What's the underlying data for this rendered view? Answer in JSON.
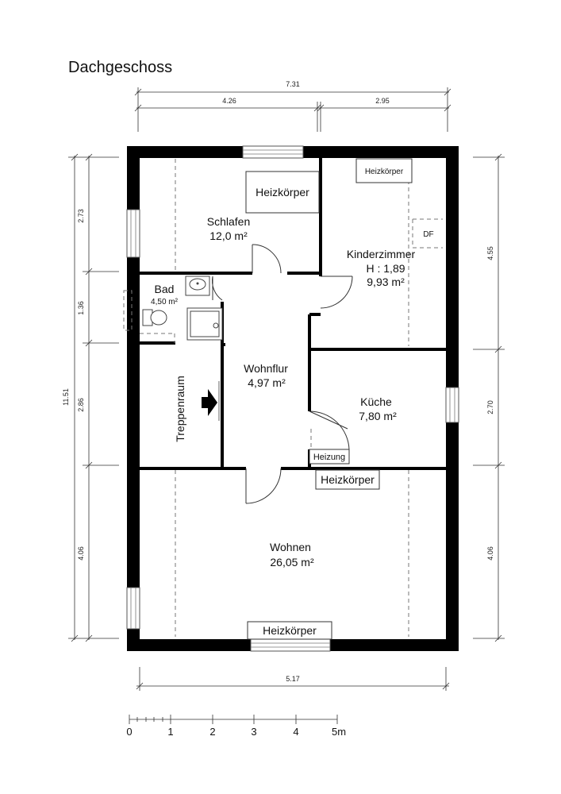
{
  "title": "Dachgeschoss",
  "rooms": {
    "schlafen": {
      "name": "Schlafen",
      "area": "12,0 m²"
    },
    "kinderzimmer": {
      "name": "Kinderzimmer",
      "height": "H : 1,89",
      "area": "9,93 m²"
    },
    "bad": {
      "name": "Bad",
      "area": "4,50 m²"
    },
    "wohnflur": {
      "name": "Wohnflur",
      "area": "4,97 m²"
    },
    "treppenraum": {
      "name": "Treppenraum"
    },
    "kueche": {
      "name": "Küche",
      "area": "7,80 m²"
    },
    "wohnen": {
      "name": "Wohnen",
      "area": "26,05 m²"
    }
  },
  "fixtures": {
    "heizkoerper": "Heizkörper",
    "df": "DF",
    "heizung": "Heizung"
  },
  "dimensions": {
    "top_total": "7.31",
    "top_left": "4.26",
    "top_right": "2.95",
    "bottom": "5.17",
    "left_total": "11.51",
    "left": [
      "2.73",
      "1.36",
      "2.86",
      "4.06"
    ],
    "right": [
      "4.55",
      "2.70",
      "4.06"
    ]
  },
  "scale_bar": {
    "labels": [
      "0",
      "1",
      "2",
      "3",
      "4",
      "5m"
    ]
  }
}
